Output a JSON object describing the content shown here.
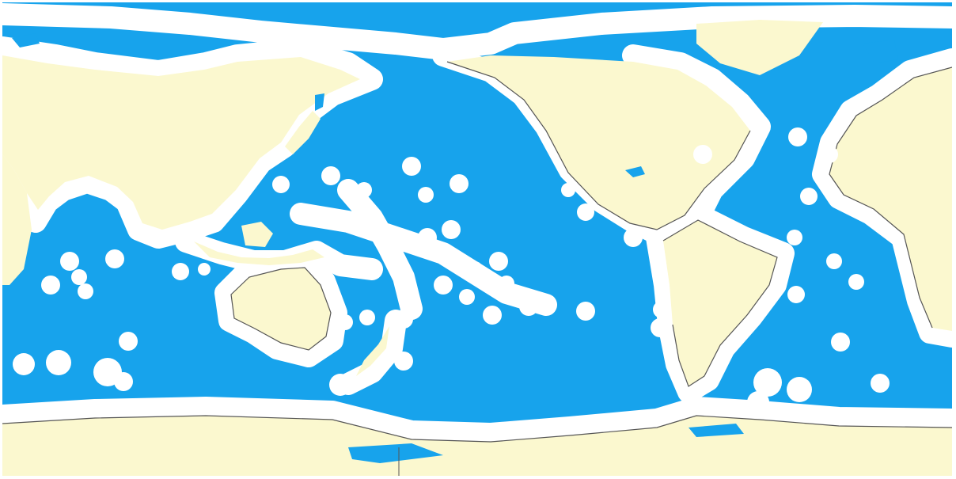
{
  "map": {
    "projection": "equirectangular",
    "center": "pacific",
    "colors": {
      "ocean": "#17a3ec",
      "land": "#fbf8cf",
      "coastal_zone": "#ffffff",
      "coastline": "#555555"
    },
    "layers": [
      "ocean",
      "land",
      "coastal-buffer-zones",
      "coastline"
    ],
    "legend": null,
    "text_labels": []
  }
}
